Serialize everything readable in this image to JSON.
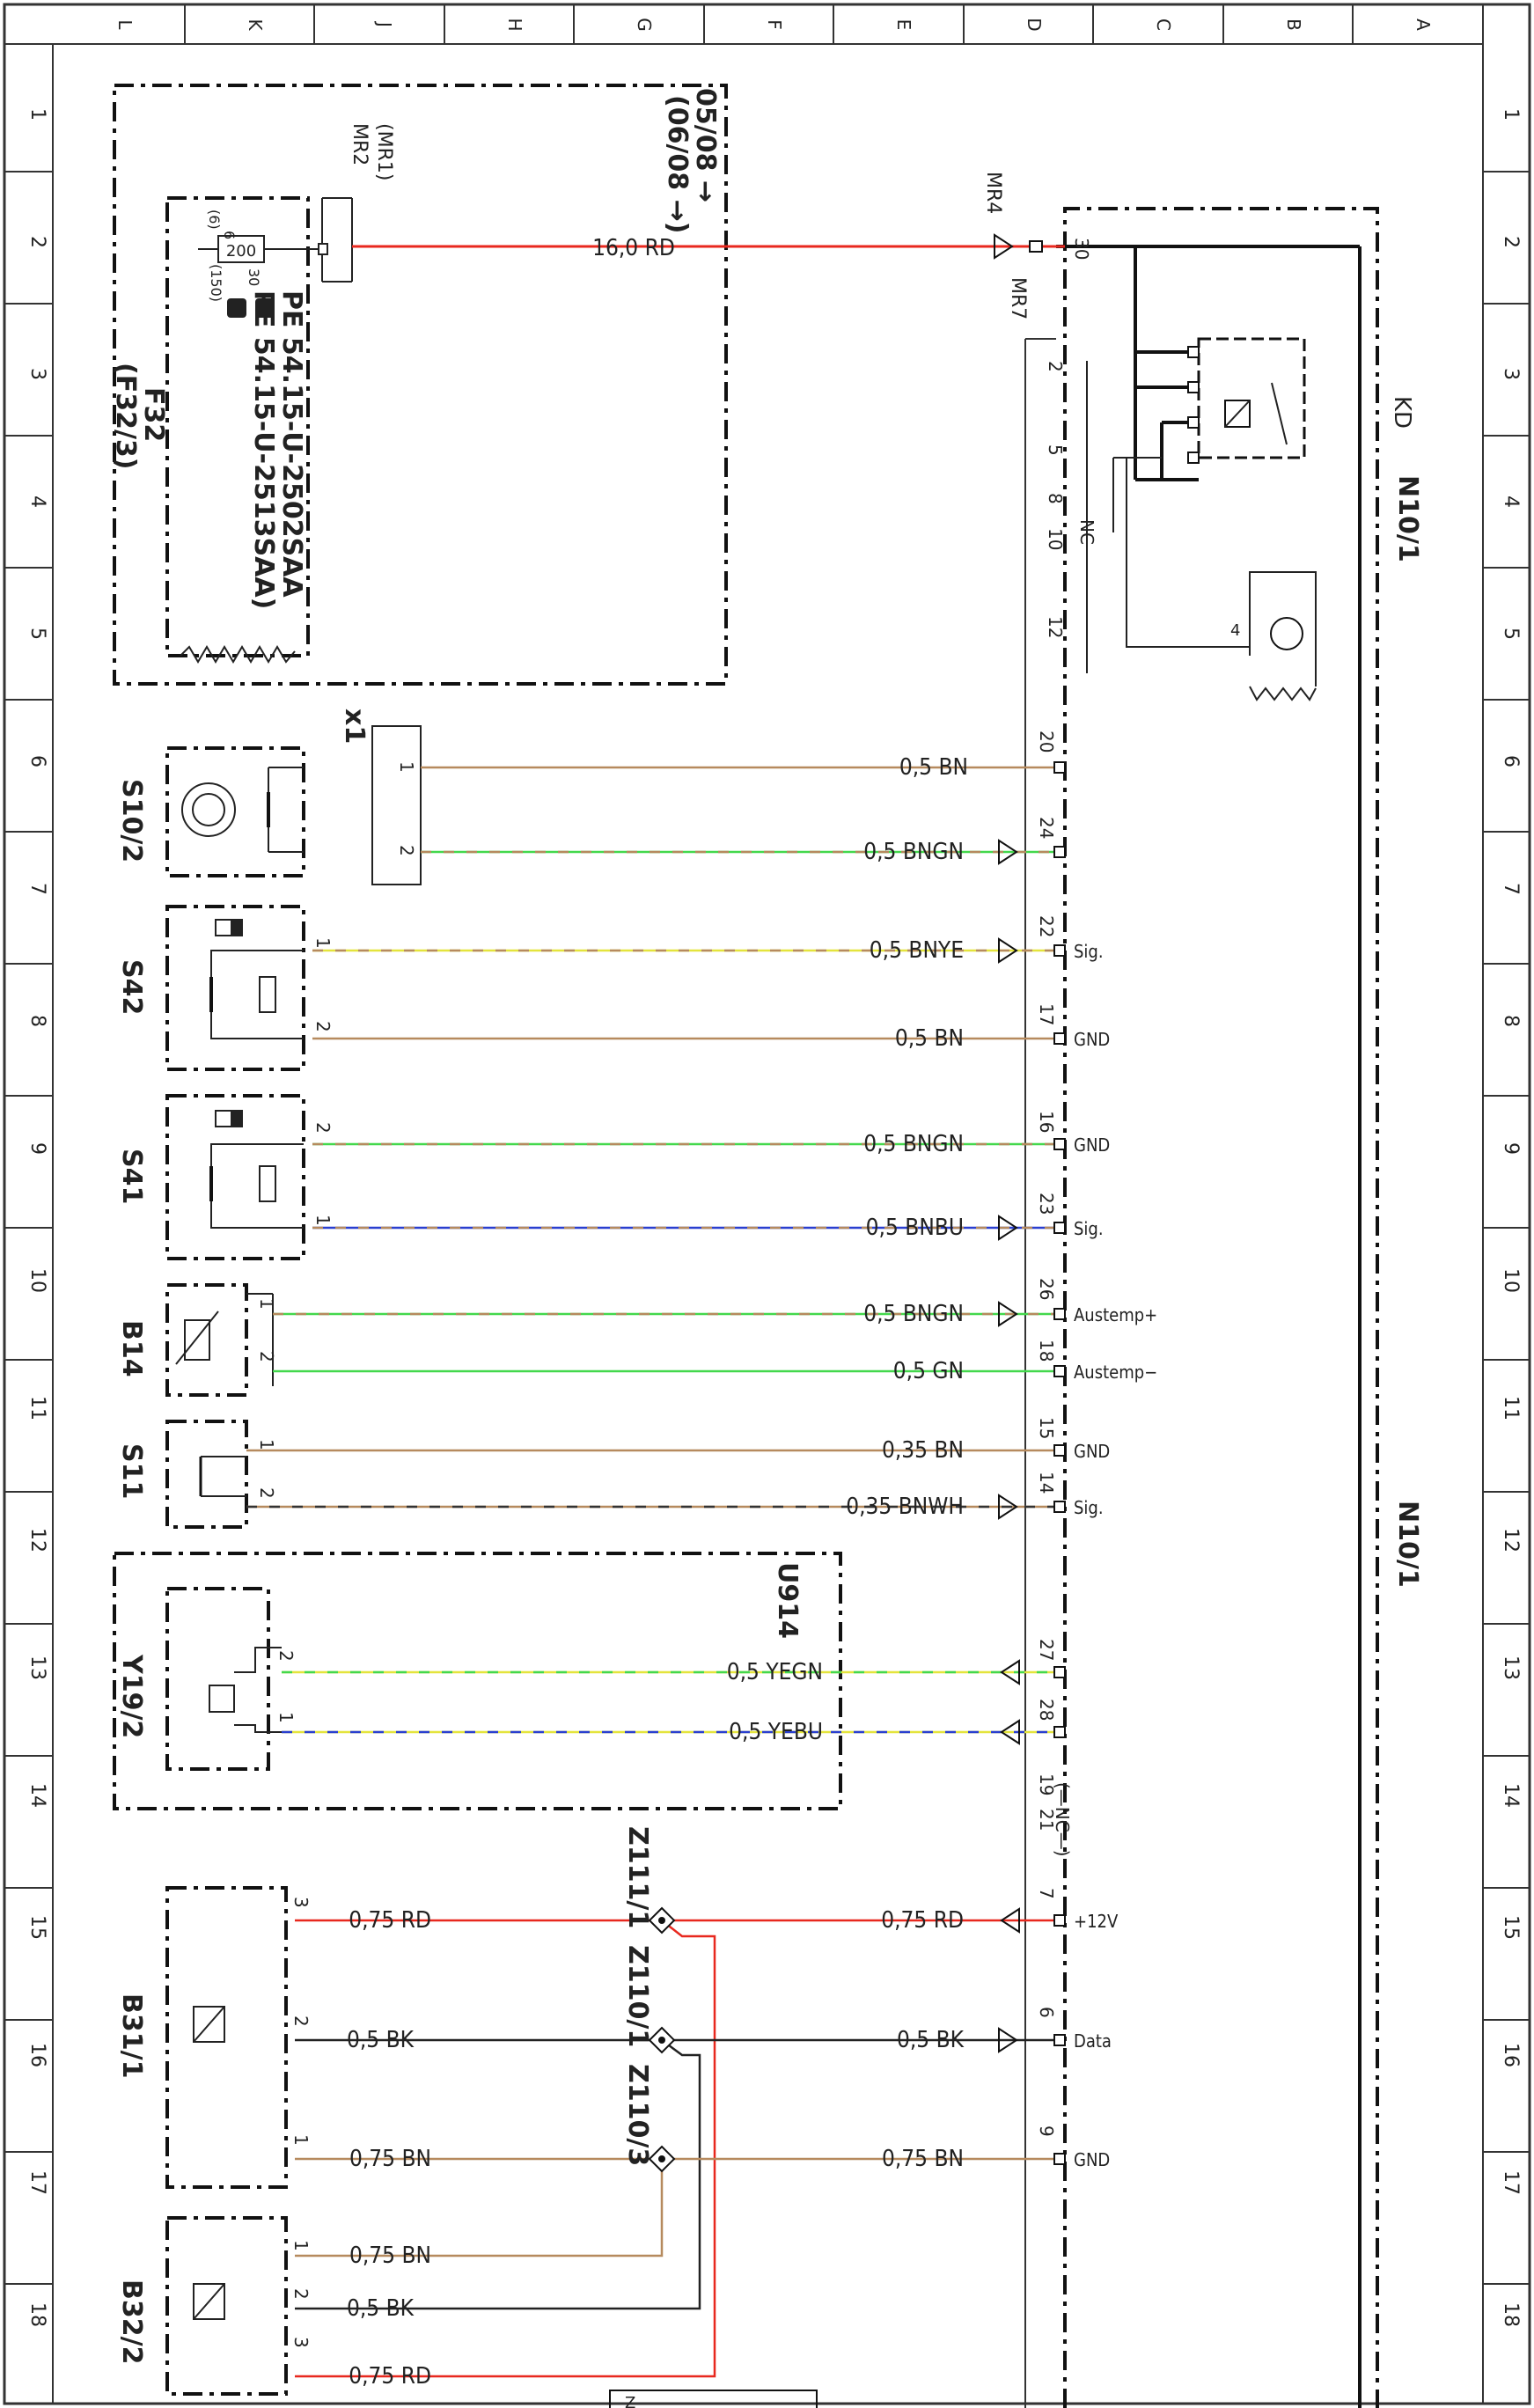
{
  "frame": {
    "columns": [
      "L",
      "K",
      "J",
      "H",
      "G",
      "F",
      "E",
      "D",
      "C",
      "B",
      "A"
    ],
    "rows": [
      "1",
      "2",
      "3",
      "4",
      "5",
      "6",
      "7",
      "8",
      "9",
      "10",
      "11",
      "12",
      "13",
      "14",
      "15",
      "16",
      "17",
      "18"
    ]
  },
  "components": {
    "fuse_box": {
      "name": "F32",
      "alt": "(F32/3)",
      "note_a": "05/08 →",
      "note_b": "(06/08 →)",
      "mr_a": "MR2",
      "mr_b": "(MR1)",
      "value": "200",
      "pin6": "6",
      "pin6b": "(6)",
      "pin30": "30",
      "pin150": "(150)",
      "pe1": "PE  54.15-U-2502SAA",
      "pe2": "PE  54.15-U-2513SAA)"
    },
    "s10_2": {
      "name": "S10/2",
      "connector": "x1"
    },
    "s42": {
      "name": "S42"
    },
    "s41": {
      "name": "S41"
    },
    "b14": {
      "name": "B14"
    },
    "s11": {
      "name": "S11"
    },
    "u914": {
      "name": "U914"
    },
    "y19_2": {
      "name": "Y19/2"
    },
    "b31_1": {
      "name": "B31/1"
    },
    "b32_2": {
      "name": "B32/2"
    },
    "n10_1": {
      "name": "N10/1",
      "name2": "N10/1",
      "kd": "KD",
      "mr4": "MR4",
      "mr7": "MR7",
      "nc": "NC",
      "nc2": "(—NC—)"
    },
    "z111_1": {
      "name": "Z111/1"
    },
    "z110_1": {
      "name": "Z110/1"
    },
    "z110_3": {
      "name": "Z110/3"
    },
    "z_bottom": {
      "name": "Z"
    }
  },
  "wires": [
    {
      "id": "w-main",
      "label": "16,0 RD",
      "color": "#e8281e"
    },
    {
      "id": "w-s10-1",
      "label": "0,5 BN",
      "color": "#b68a5e"
    },
    {
      "id": "w-s10-2",
      "label": "0,5 BNGN",
      "color": "#43d84c"
    },
    {
      "id": "w-s42-1",
      "label": "0,5 BNYE",
      "color": "#e4e43c"
    },
    {
      "id": "w-s42-2",
      "label": "0,5 BN",
      "color": "#b68a5e"
    },
    {
      "id": "w-s41-2",
      "label": "0,5 BNGN",
      "color": "#43d84c"
    },
    {
      "id": "w-s41-1",
      "label": "0,5 BNBU",
      "color": "#2a3fcf"
    },
    {
      "id": "w-b14-1",
      "label": "0,5 BNGN",
      "color": "#43d84c"
    },
    {
      "id": "w-b14-2",
      "label": "0,5 GN",
      "color": "#43d84c"
    },
    {
      "id": "w-s11-1",
      "label": "0,35 BN",
      "color": "#b68a5e"
    },
    {
      "id": "w-s11-2",
      "label": "0,35 BNWH",
      "color": "#b68a5e"
    },
    {
      "id": "w-y19-2",
      "label": "0,5 YEGN",
      "color": "#43d84c"
    },
    {
      "id": "w-y19-1",
      "label": "0,5 YEBU",
      "color": "#2a3fcf"
    },
    {
      "id": "w-b31-3",
      "label": "0,75 RD",
      "color": "#e8281e"
    },
    {
      "id": "w-b31-3r",
      "label": "0,75 RD",
      "color": "#e8281e"
    },
    {
      "id": "w-b31-2",
      "label": "0,5 BK",
      "color": "#222222"
    },
    {
      "id": "w-b31-2r",
      "label": "0,5 BK",
      "color": "#222222"
    },
    {
      "id": "w-b31-1",
      "label": "0,75 BN",
      "color": "#b68a5e"
    },
    {
      "id": "w-b31-1r",
      "label": "0,75 BN",
      "color": "#b68a5e"
    },
    {
      "id": "w-b32-1",
      "label": "0,75 BN",
      "color": "#b68a5e"
    },
    {
      "id": "w-b32-2",
      "label": "0,5 BK",
      "color": "#222222"
    },
    {
      "id": "w-b32-3",
      "label": "0,75 RD",
      "color": "#e8281e"
    }
  ],
  "pins": {
    "p30": "30",
    "p2": "2",
    "p5": "5",
    "p8": "8",
    "p10": "10",
    "p12": "12",
    "p20": "20",
    "p24": "24",
    "p22": "22",
    "p17": "17",
    "p16": "16",
    "p23": "23",
    "p26": "26",
    "p18": "18",
    "p15": "15",
    "p14": "14",
    "p27": "27",
    "p28": "28",
    "p19": "19",
    "p21": "21",
    "p7": "7",
    "p6": "6",
    "p9": "9",
    "c1": "1",
    "c2": "2",
    "c3": "3",
    "c4": "4"
  },
  "signals": {
    "sig": "Sig.",
    "gnd": "GND",
    "austemp_p": "Austemp+",
    "austemp_m": "Austemp−",
    "v12": "+12V",
    "data": "Data"
  }
}
